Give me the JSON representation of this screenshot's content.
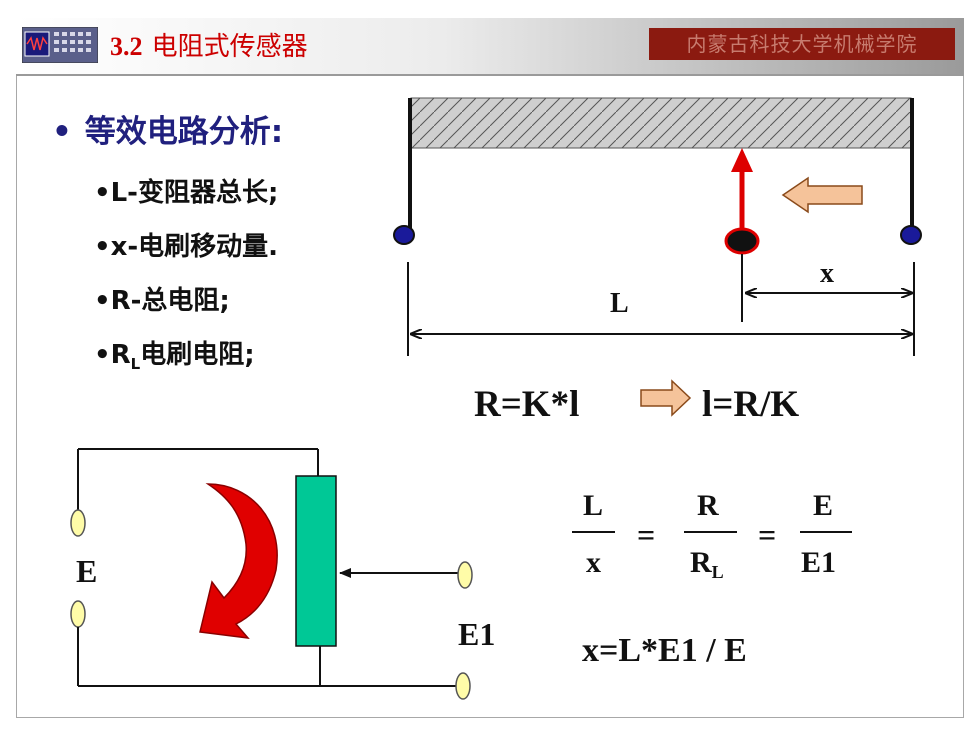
{
  "header": {
    "title_number": "3.2",
    "title_text": "电阻式传感器",
    "school": "内蒙古科技大学机械学院"
  },
  "bullets": {
    "main": "等效电路分析:",
    "items": [
      "•L-变阻器总长;",
      "•x-电刷移动量.",
      "•R-总电阻;"
    ],
    "rl_prefix": "•R",
    "rl_sub": "L",
    "rl_suffix": "电刷电阻;"
  },
  "rheostat": {
    "label_L": "L",
    "label_x": "x"
  },
  "formula1": {
    "left": "R=K*l",
    "right": "l=R/K"
  },
  "circuit": {
    "label_E": "E",
    "label_E1": "E1"
  },
  "ratio": {
    "n1": "L",
    "d1": "x",
    "n2": "R",
    "d2_base": "R",
    "d2_sub": "L",
    "n3": "E",
    "d3": "E1",
    "eq": "="
  },
  "formula2": "x=L*E1 / E",
  "colors": {
    "title_red": "#cc0000",
    "bullet_blue": "#20207e",
    "school_bg": "#8b1a10",
    "resistor_green": "#00c896",
    "curved_arrow": "#e00000"
  }
}
